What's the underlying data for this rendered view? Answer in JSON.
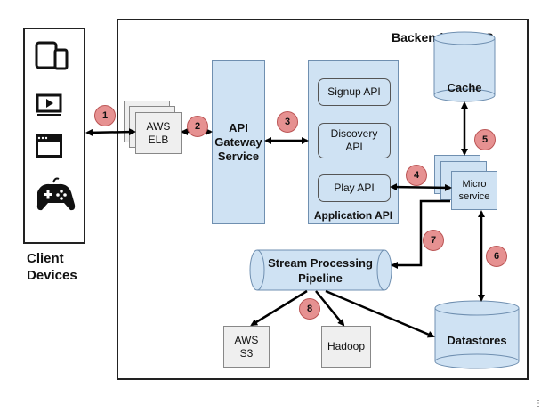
{
  "client": {
    "label_line1": "Client",
    "label_line2": "Devices",
    "icons": [
      "tablet-phone-icon",
      "video-player-icon",
      "browser-window-icon",
      "gamepad-icon"
    ]
  },
  "backend": {
    "title": "Backend on AWS"
  },
  "elb": {
    "line1": "AWS",
    "line2": "ELB"
  },
  "api_gateway": {
    "line1": "API",
    "line2": "Gateway",
    "line3": "Service"
  },
  "app_api": {
    "label": "Application API",
    "signup": "Signup API",
    "discovery_line1": "Discovery",
    "discovery_line2": "API",
    "play": "Play API"
  },
  "cache": {
    "label": "Cache"
  },
  "micro_service": {
    "line1": "Micro",
    "line2": "service"
  },
  "stream": {
    "line1": "Stream Processing",
    "line2": "Pipeline"
  },
  "aws_s3": {
    "line1": "AWS",
    "line2": "S3"
  },
  "hadoop": {
    "label": "Hadoop"
  },
  "datastores": {
    "label": "Datastores"
  },
  "badges": [
    "1",
    "2",
    "3",
    "4",
    "5",
    "6",
    "7",
    "8"
  ],
  "corner_mark": "⋮",
  "colors": {
    "box_blue": "#cfe2f3",
    "badge_red": "#e69191",
    "grey_box": "#efefef",
    "arrow": "#000000"
  }
}
